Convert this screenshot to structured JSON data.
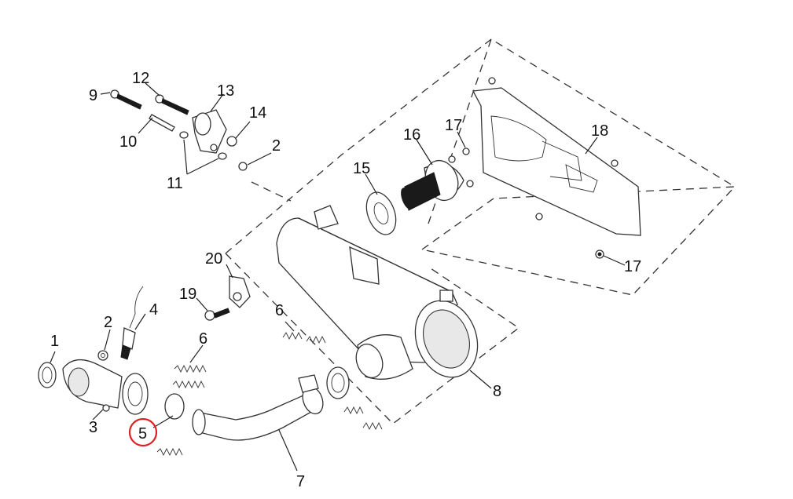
{
  "colors": {
    "line": "#333333",
    "highlight": "#e02020",
    "background": "#ffffff"
  },
  "highlighted_part": "5",
  "callouts": {
    "c1": "1",
    "c2a": "2",
    "c2b": "2",
    "c3": "3",
    "c4": "4",
    "c5": "5",
    "c6a": "6",
    "c6b": "6",
    "c7": "7",
    "c8": "8",
    "c9": "9",
    "c10": "10",
    "c11": "11",
    "c12": "12",
    "c13": "13",
    "c14": "14",
    "c15": "15",
    "c16": "16",
    "c17a": "17",
    "c17b": "17",
    "c18": "18",
    "c19": "19",
    "c20": "20"
  }
}
